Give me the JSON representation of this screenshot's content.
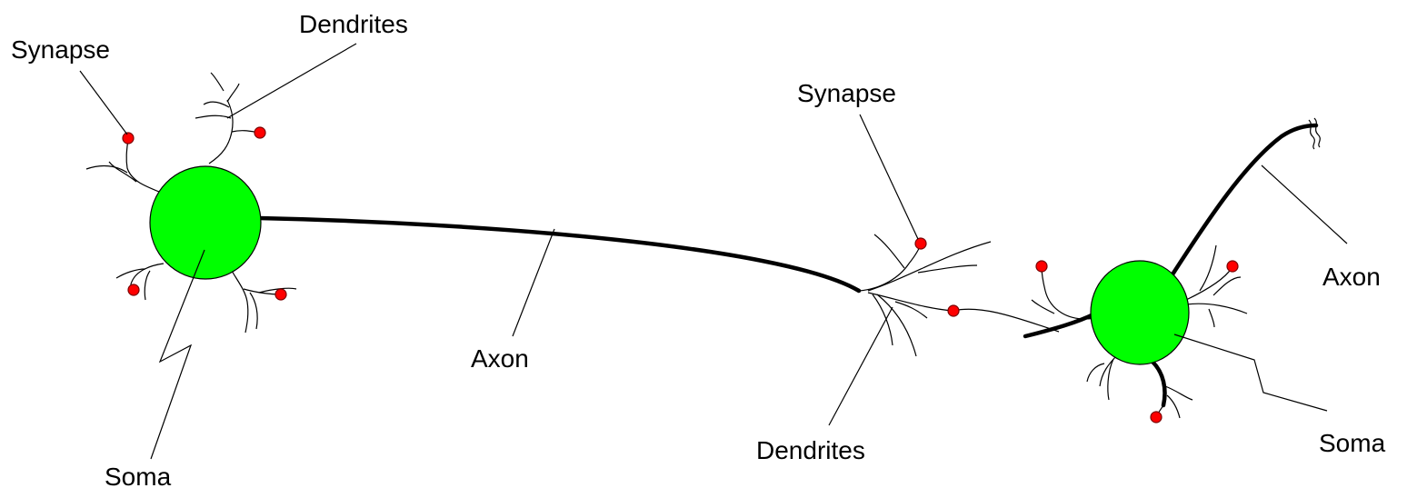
{
  "colors": {
    "soma": "#00ff00",
    "synapse": "#ff0000",
    "line": "#000000",
    "background": "#ffffff"
  },
  "labels": {
    "neuron1": {
      "synapse": "Synapse",
      "dendrites": "Dendrites",
      "axon": "Axon",
      "soma": "Soma"
    },
    "neuron2": {
      "synapse": "Synapse",
      "dendrites": "Dendrites",
      "axon": "Axon",
      "soma": "Soma"
    }
  }
}
